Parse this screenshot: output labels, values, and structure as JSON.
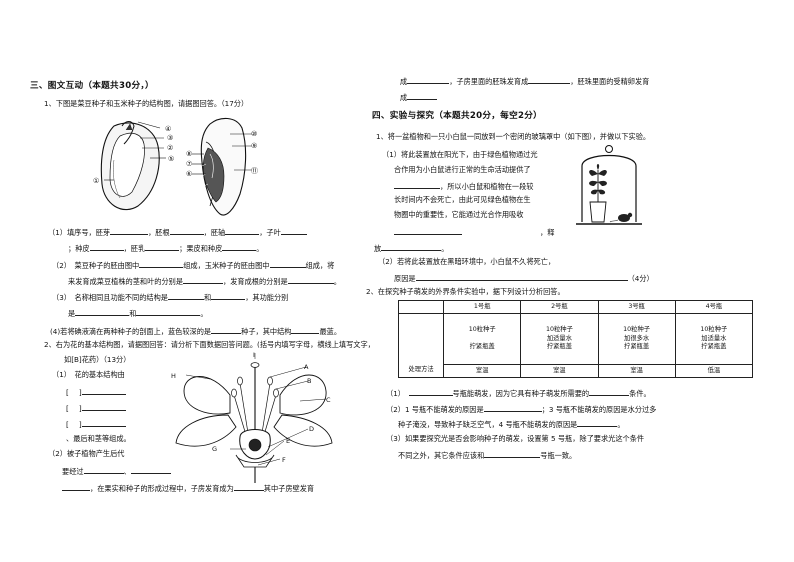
{
  "section3": {
    "heading": "三、图文互动（本题共30分，）",
    "q1": {
      "stem": "1、下图是菜豆种子和玉米种子的结构图，请据图回答。（17分）",
      "bean_labels": [
        "①",
        "②",
        "③",
        "④",
        "⑤"
      ],
      "corn_labels": [
        "⑩",
        "⑨",
        "⑧",
        "⑦",
        "⑥",
        "⑪"
      ],
      "fill1": [
        "（1）填序号，胚芽",
        "，胚根",
        "，胚轴",
        "，子叶"
      ],
      "fill1b": [
        "；种皮",
        "，胚乳",
        "；果皮和种皮",
        "。"
      ],
      "fill2": [
        "（2）　菜豆种子的胚由图中",
        "组成，玉米种子的胚由图中",
        "组成，将"
      ],
      "fill2b": [
        "来发育成菜豆植株的茎和叶的分别是",
        "，发育成根的分别是",
        "。"
      ],
      "fill3": [
        "（3）　名称相同且功能不同的结构是",
        "和",
        "，其功能分别"
      ],
      "fill3b": [
        "是",
        "和",
        "。"
      ],
      "fill4": [
        "(4)若将碘液滴在两种种子的剖面上，蓝色较深的是",
        "种子，其中结构",
        "最蓝。"
      ]
    },
    "q2": {
      "stem": "2、右为花的基本结构图，请据图回答：请分析下面数据回答问题。(括号内填写字母，横线上填写文字，",
      "stem2": "如[B]花药）（13分）",
      "sub1": "（1）　花的基本结构由",
      "brackets": [
        "[",
        "[",
        "["
      ],
      "sub1_end": "]",
      "sub1b": "、最后和茎等组成。",
      "sub2": "（2）被子植物产生后代",
      "sub2b": "要经过",
      "sub2c": "、",
      "bottom": [
        "，在果实和种子的形成过程中，子房发育成为",
        "其中子房壁发育"
      ],
      "flower_labels": [
        "H",
        "I",
        "A",
        "B",
        "C",
        "D",
        "E",
        "F",
        "G"
      ]
    }
  },
  "right": {
    "cont_line": [
      "成",
      "，子房里面的胚珠发育成",
      "，胚珠里面的受精卵发育"
    ],
    "cont_line2": "成",
    "section4": {
      "heading": "四、实验与探究（本题共20分，每空2分）",
      "q1": {
        "stem": "1、将一盆植物和一只小白鼠一同放到一个密闭的玻璃罩中（如下图），并做以下实验。",
        "p1": [
          "（1）将此装置放在阳光下，由于绿色植物通过光",
          "合作用为小白鼠进行正常的生命活动提供了",
          "，所以小白鼠和植物在一段较",
          "长时间内不会死亡，由此可见绿色植物在生",
          "物圈中的重要性，它能通过光合作用吸收"
        ],
        "p1_end": [
          "，释",
          "放",
          "。"
        ],
        "p2": "（2）若将此装置放在黑暗环境中，小白鼠不久将死亡，",
        "p2b": [
          "原因是",
          "（4分）"
        ]
      },
      "q2": {
        "stem": "2、在探究种子萌发的外界条件实验中，据下列设计分析回答。",
        "table": {
          "headers": [
            "",
            "1号瓶",
            "2号瓶",
            "3号瓶",
            "4号瓶"
          ],
          "row_label": "处理方法",
          "cells": [
            [
              "10粒种子",
              "拧紧瓶盖",
              "室温"
            ],
            [
              "10粒种子",
              "加适量水",
              "拧紧瓶盖",
              "室温"
            ],
            [
              "10粒种子",
              "加很多水",
              "拧紧瓶盖",
              "室温"
            ],
            [
              "10粒种子",
              "加适量水",
              "拧紧瓶盖",
              "低温"
            ]
          ]
        },
        "a1": [
          "（1）　",
          "号瓶能萌发，因为它具有种子萌发所需要的",
          "条件。"
        ],
        "a2": [
          "（2）1 号瓶不能萌发的原因是",
          "；3 号瓶不能萌发的原因是水分过多"
        ],
        "a2b": [
          "种子淹没，导致种子缺乏空气，4 号瓶不能萌发的原因是",
          "。"
        ],
        "a3": [
          "（3）如果要探究光是否会影响种子的萌发，设置第 5 号瓶，除了要求光这个条件"
        ],
        "a3b": [
          "不同之外，其它条件应该和",
          "号瓶一致。"
        ]
      }
    }
  }
}
